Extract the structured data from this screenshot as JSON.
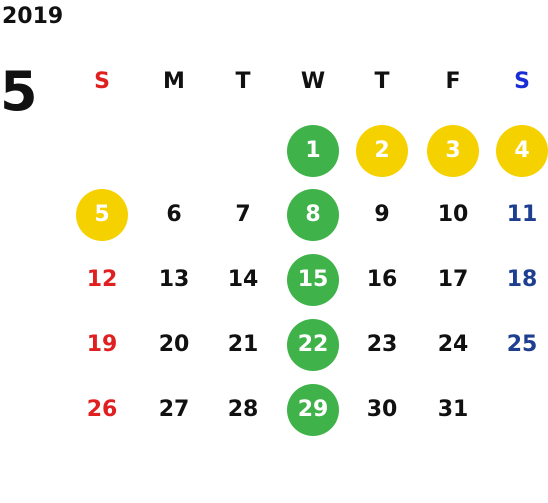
{
  "calendar": {
    "year": "2019",
    "month": "5",
    "weekdays": [
      "S",
      "M",
      "T",
      "W",
      "T",
      "F",
      "S"
    ],
    "first_weekday_index": 3,
    "days": [
      "1",
      "2",
      "3",
      "4",
      "5",
      "6",
      "7",
      "8",
      "9",
      "10",
      "11",
      "12",
      "13",
      "14",
      "15",
      "16",
      "17",
      "18",
      "19",
      "20",
      "21",
      "22",
      "23",
      "24",
      "25",
      "26",
      "27",
      "28",
      "29",
      "30",
      "31"
    ],
    "highlights": {
      "green": [
        1,
        8,
        15,
        22,
        29
      ],
      "yellow": [
        2,
        3,
        4,
        5
      ]
    }
  },
  "colors": {
    "text": "#111111",
    "sunday": "#e02020",
    "saturday": "#1e3f8f",
    "saturday_header": "#1a2ed6",
    "green": "#3fb34a",
    "yellow": "#f6d100",
    "on_mark": "#ffffff"
  }
}
